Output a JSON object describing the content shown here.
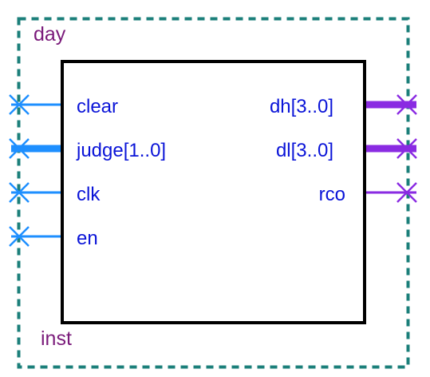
{
  "symbol": {
    "entity_name": "day",
    "instance_name": "inst",
    "input_ports": [
      {
        "label": "clear",
        "bus": false
      },
      {
        "label": "judge[1..0]",
        "bus": true
      },
      {
        "label": "clk",
        "bus": false
      },
      {
        "label": "en",
        "bus": false
      }
    ],
    "output_ports": [
      {
        "label": "dh[3..0]",
        "bus": true
      },
      {
        "label": "dl[3..0]",
        "bus": true
      },
      {
        "label": "rco",
        "bus": false
      }
    ]
  },
  "colors": {
    "background": "#ffffff",
    "border_dashed": "#1b7f7a",
    "block_outline": "#000000",
    "entity_label": "#7a1a7a",
    "port_label": "#0a14d8",
    "input_wire": "#1e8fff",
    "output_wire": "#8a2be2"
  },
  "icons": {
    "pin_marker": "x-pin-marker-icon"
  }
}
